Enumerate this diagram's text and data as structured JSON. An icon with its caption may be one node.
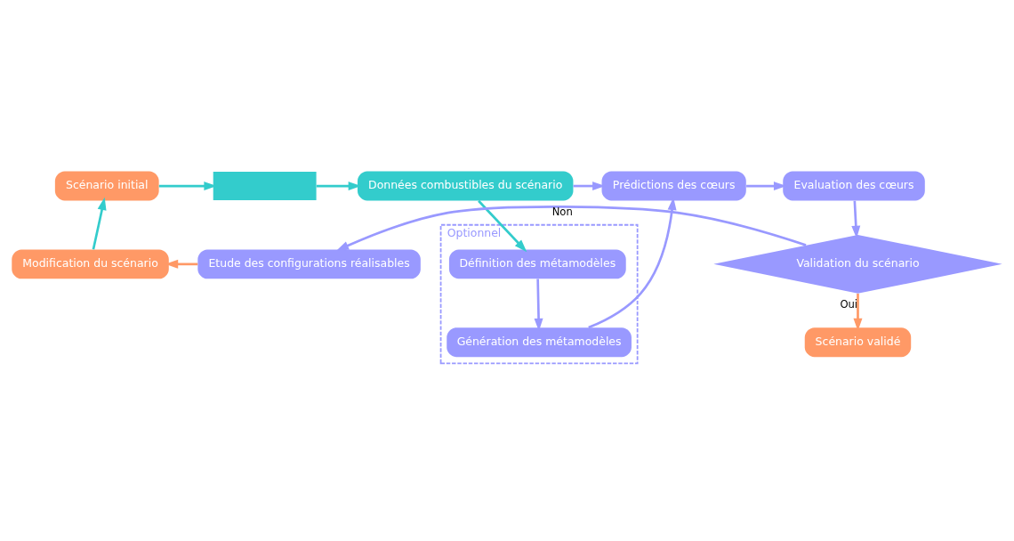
{
  "diagram": {
    "nodes": [
      {
        "text": [
          "Scénario initial"
        ]
      },
      {
        "text": [],
        "shape": "box"
      },
      {
        "text": [
          "Données combustibles du scénario"
        ]
      },
      {
        "text": [
          "Optionnel"
        ]
      },
      {
        "text": [
          "Définition des métamodèles"
        ],
        "in": 3
      },
      {
        "text": [
          "Génération des métamodèles"
        ],
        "in": 3
      },
      {
        "text": [
          "Prédictions des cœurs"
        ]
      },
      {
        "text": [
          "Evaluation des cœurs"
        ]
      },
      {
        "text": [
          "Validation du scénario"
        ]
      },
      {
        "text": [
          "Etude des configurations réalisables"
        ]
      },
      {
        "text": [
          "Modification du scénario"
        ]
      },
      {
        "text": [
          "Scénario validé"
        ]
      }
    ],
    "edges": [
      {
        "from": 0,
        "to": 1,
        "arrow": "to",
        "color": "#33cccc"
      },
      {
        "from": 1,
        "to": 2,
        "arrow": "to",
        "color": "#33cccc"
      },
      {
        "from": 2,
        "to": 4,
        "arrow": "to",
        "color": "#33cccc"
      },
      {
        "from": 4,
        "to": 5,
        "arrow": "to"
      },
      {
        "from": 5,
        "to": 6,
        "arrow": "to"
      },
      {
        "from": 2,
        "to": 6,
        "arrow": "to"
      },
      {
        "from": 6,
        "to": 7,
        "arrow": "to"
      },
      {
        "from": 7,
        "to": 8,
        "arrow": "to"
      },
      {
        "from": 8,
        "to": 9,
        "arrow": "to",
        "label": "Non"
      },
      {
        "from": 9,
        "to": 10,
        "arrow": "to",
        "color": "#ff9966"
      },
      {
        "from": 10,
        "to": 0,
        "arrow": "to",
        "color": "#33cccc"
      },
      {
        "from": 8,
        "to": 11,
        "arrow": "to",
        "label": "Oui",
        "color": "#ff9966"
      }
    ]
  }
}
